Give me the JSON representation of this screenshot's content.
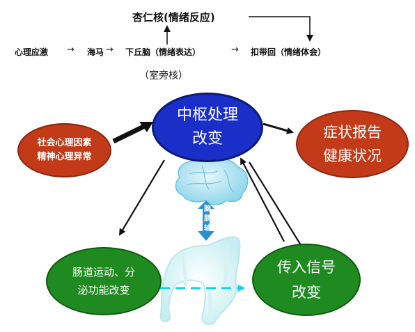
{
  "top": {
    "amygdala": "杏仁核(情绪反应)",
    "chain_psych": "心理应激",
    "chain_hippocampus": "海马",
    "chain_hypothalamus": "下丘脑（情绪表达）",
    "chain_cingulate": "扣带回（情绪体会）",
    "paraventricular": "（室旁核）",
    "arrow": "→"
  },
  "nodes": {
    "central": {
      "line1": "中枢处理",
      "line2": "改变"
    },
    "social": {
      "line1": "社会心理因素",
      "line2": "精神心理异常"
    },
    "symptom": {
      "line1": "症状报告",
      "line2": "健康状况"
    },
    "gut": {
      "line1": "肠道运动、分",
      "line2": "泌功能改变"
    },
    "signal": {
      "line1": "传入信号",
      "line2": "改变"
    }
  },
  "axis_label": "脑肠轴",
  "colors": {
    "central": "#1a2fc8",
    "social": "#c23a17",
    "symptom": "#c23a17",
    "gut": "#1f8a1f",
    "signal": "#1f8a1f",
    "axis_arrow": "#2b8fd0",
    "dashed": "#19d0e8"
  }
}
